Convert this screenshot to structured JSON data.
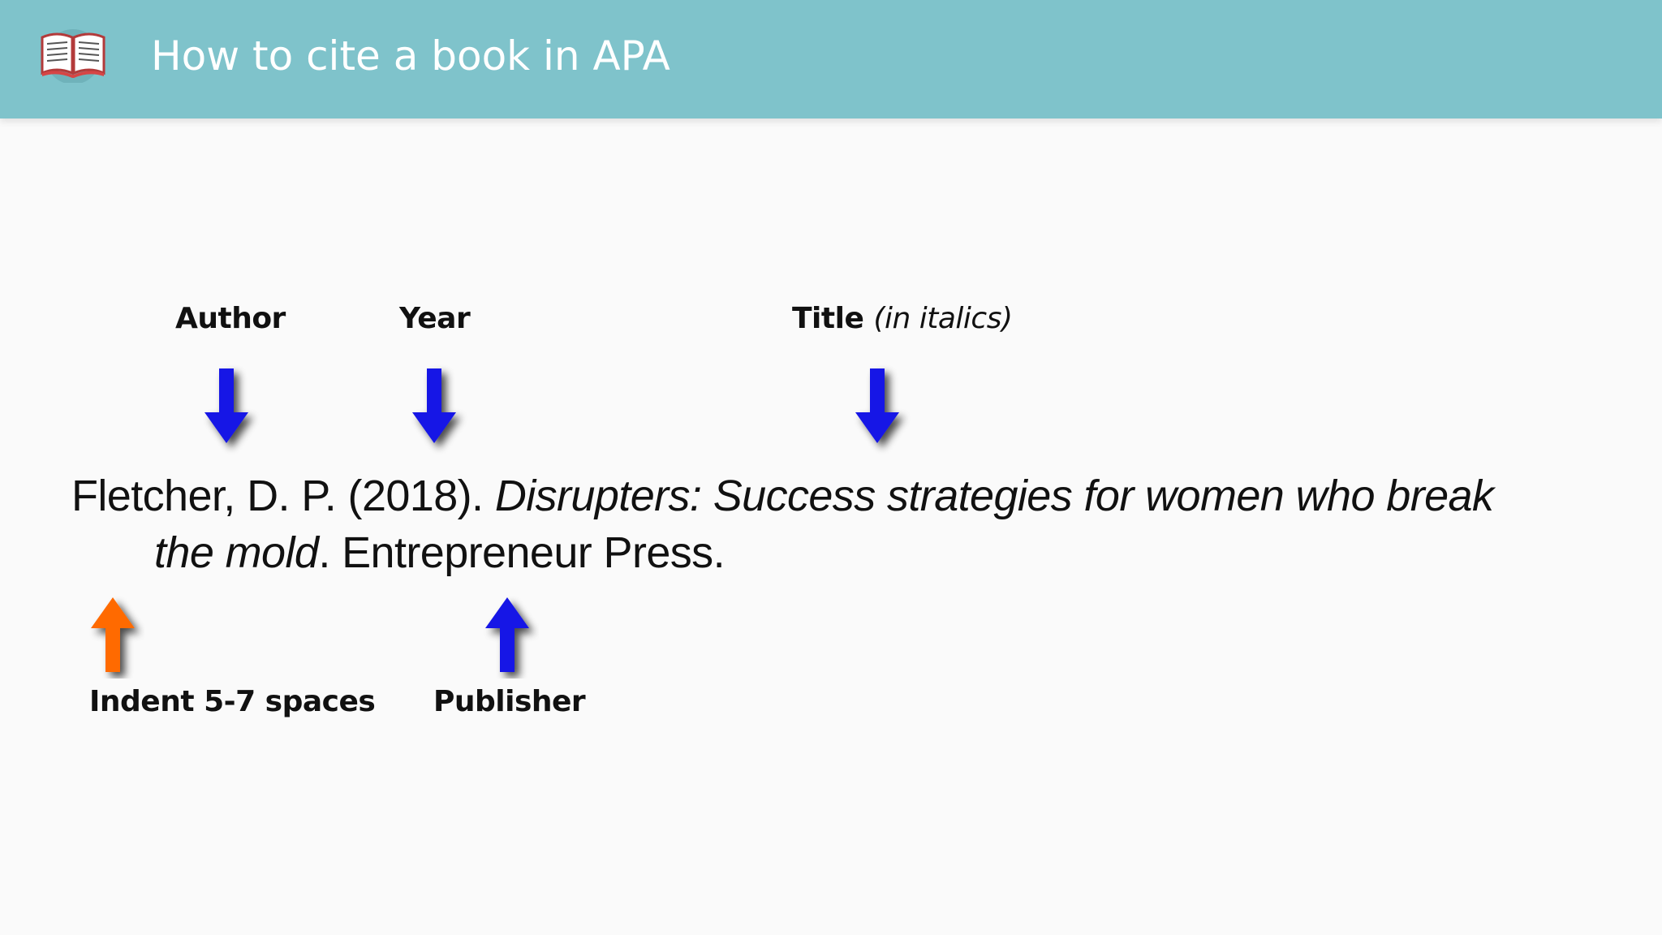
{
  "header": {
    "title": "How to cite a book in APA",
    "logo_icon": "open-book-icon",
    "background": "#7fc3cb"
  },
  "labels": {
    "author": "Author",
    "year": "Year",
    "title_main": "Title",
    "title_paren_open": "(in ",
    "title_paren_italic": "italics",
    "title_paren_close": ")",
    "indent": "Indent 5-7 spaces",
    "publisher": "Publisher"
  },
  "citation": {
    "author_year": "Fletcher, D. P. (2018). ",
    "title_line1": "Disrupters: Success strategies for women who break",
    "title_line2": "the mold",
    "after_title": ". Entrepreneur Press."
  },
  "colors": {
    "arrow_blue": "#1414e6",
    "arrow_orange": "#ff6a00",
    "text": "#111111"
  }
}
